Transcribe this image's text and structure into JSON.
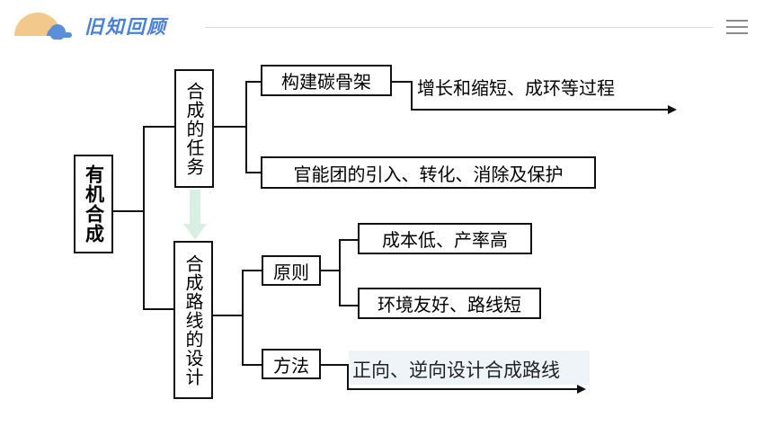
{
  "header": {
    "title": "旧知回顾",
    "menu_icon": "hamburger-menu-icon",
    "logo_icon": "sun-logo-icon",
    "colors": {
      "title": "#4a7fd6",
      "logo_sun": "#f2c98a",
      "logo_cloud": "#5b8fd8"
    }
  },
  "diagram": {
    "root": "有机合成",
    "task": {
      "label": "合成的任务",
      "items": [
        {
          "label": "构建碳骨架",
          "detail": "增长和缩短、成环等过程"
        },
        {
          "label": "官能团的引入、转化、消除及保护"
        }
      ]
    },
    "route": {
      "label": "合成路线的设计",
      "principle": {
        "label": "原则",
        "items": [
          "成本低、产率高",
          "环境友好、路线短"
        ]
      },
      "method": {
        "label": "方法",
        "detail": "正向、逆向设计合成路线"
      }
    },
    "colors": {
      "flow_arrow": "#d8f0e4",
      "highlight_bg": "#eef4f8"
    }
  }
}
